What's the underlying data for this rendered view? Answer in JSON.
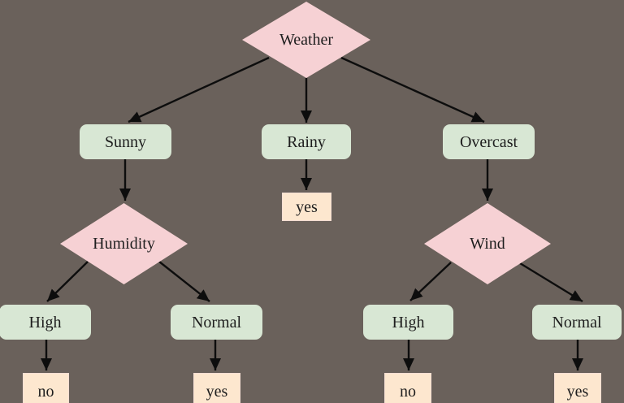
{
  "diagram": {
    "type": "decision-tree",
    "topic": "weather-play-decision",
    "colors": {
      "background": "#6a615b",
      "decision_fill": "#f6d1d4",
      "branch_fill": "#d8e7d4",
      "leaf_fill": "#fde7cf",
      "leaf_border": "#f4ded3",
      "edge_line": "#0d0d0d",
      "text": "#1e1e1e"
    },
    "nodes": {
      "weather": {
        "label": "Weather",
        "shape": "diamond"
      },
      "sunny": {
        "label": "Sunny",
        "shape": "rounded-rect"
      },
      "rainy": {
        "label": "Rainy",
        "shape": "rounded-rect"
      },
      "overcast": {
        "label": "Overcast",
        "shape": "rounded-rect"
      },
      "humidity": {
        "label": "Humidity",
        "shape": "diamond"
      },
      "wind": {
        "label": "Wind",
        "shape": "diamond"
      },
      "humidity_high": {
        "label": "High",
        "shape": "rounded-rect"
      },
      "humidity_normal": {
        "label": "Normal",
        "shape": "rounded-rect"
      },
      "wind_high": {
        "label": "High",
        "shape": "rounded-rect"
      },
      "wind_normal": {
        "label": "Normal",
        "shape": "rounded-rect"
      },
      "leaf_rainy": {
        "label": "yes",
        "shape": "rect"
      },
      "leaf_humidity_high": {
        "label": "no",
        "shape": "rect"
      },
      "leaf_humidity_normal": {
        "label": "yes",
        "shape": "rect"
      },
      "leaf_wind_high": {
        "label": "no",
        "shape": "rect"
      },
      "leaf_wind_normal": {
        "label": "yes",
        "shape": "rect"
      }
    },
    "edges": [
      {
        "from": "weather",
        "to": "sunny"
      },
      {
        "from": "weather",
        "to": "rainy"
      },
      {
        "from": "weather",
        "to": "overcast"
      },
      {
        "from": "sunny",
        "to": "humidity"
      },
      {
        "from": "rainy",
        "to": "leaf_rainy"
      },
      {
        "from": "overcast",
        "to": "wind"
      },
      {
        "from": "humidity",
        "to": "humidity_high"
      },
      {
        "from": "humidity",
        "to": "humidity_normal"
      },
      {
        "from": "wind",
        "to": "wind_high"
      },
      {
        "from": "wind",
        "to": "wind_normal"
      },
      {
        "from": "humidity_high",
        "to": "leaf_humidity_high"
      },
      {
        "from": "humidity_normal",
        "to": "leaf_humidity_normal"
      },
      {
        "from": "wind_high",
        "to": "leaf_wind_high"
      },
      {
        "from": "wind_normal",
        "to": "leaf_wind_normal"
      }
    ]
  }
}
